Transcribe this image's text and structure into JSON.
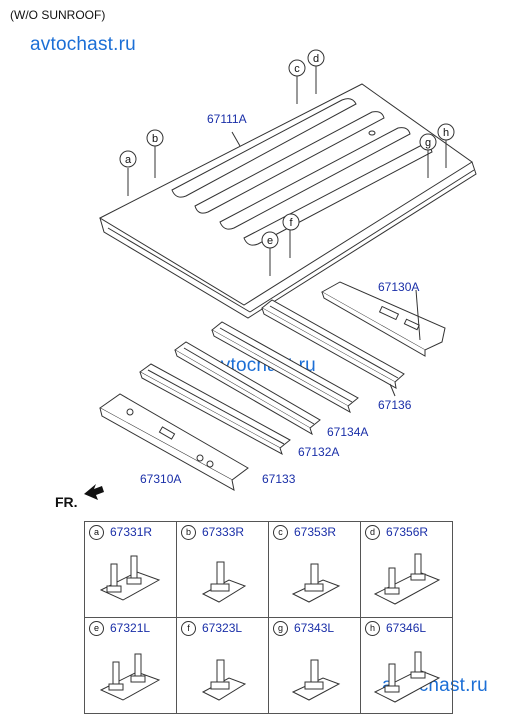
{
  "header_note": "(W/O SUNROOF)",
  "watermark": "avtochast.ru",
  "front_label": "FR.",
  "parts": {
    "roof_panel": "67111A",
    "rear_rail": "67130A",
    "bow_1": "67136",
    "bow_2": "67134A",
    "bow_3": "67132A",
    "bow_4": "67133",
    "front_rail": "67310A"
  },
  "callouts": [
    "a",
    "b",
    "c",
    "d",
    "e",
    "f",
    "g",
    "h"
  ],
  "clips": [
    {
      "letter": "a",
      "part": "67331R",
      "icon": "roof-clip-double-icon"
    },
    {
      "letter": "b",
      "part": "67333R",
      "icon": "roof-clip-single-icon"
    },
    {
      "letter": "c",
      "part": "67353R",
      "icon": "roof-clip-single-icon"
    },
    {
      "letter": "d",
      "part": "67356R",
      "icon": "roof-clip-double-icon"
    },
    {
      "letter": "e",
      "part": "67321L",
      "icon": "roof-clip-double-icon"
    },
    {
      "letter": "f",
      "part": "67323L",
      "icon": "roof-clip-single-icon"
    },
    {
      "letter": "g",
      "part": "67343L",
      "icon": "roof-clip-single-icon"
    },
    {
      "letter": "h",
      "part": "67346L",
      "icon": "roof-clip-double-icon"
    }
  ]
}
